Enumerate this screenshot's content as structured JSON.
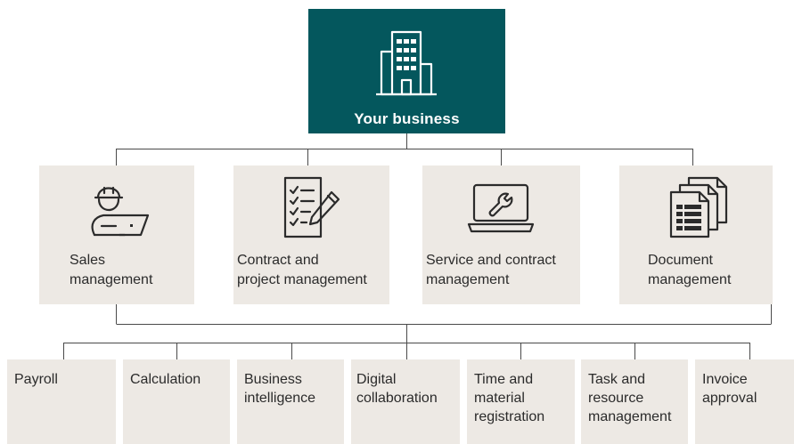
{
  "root": {
    "label": "Your business",
    "icon": "office-building-icon"
  },
  "modules": [
    {
      "label": "Sales\nmanagement",
      "icon": "worker-with-laptop-icon"
    },
    {
      "label": "Contract and\nproject management",
      "icon": "checklist-with-pen-icon"
    },
    {
      "label": "Service and contract\nmanagement",
      "icon": "laptop-with-wrench-icon"
    },
    {
      "label": "Document\nmanagement",
      "icon": "documents-icon"
    }
  ],
  "submodules": [
    {
      "label": "Payroll"
    },
    {
      "label": "Calculation"
    },
    {
      "label": "Business\nintelligence"
    },
    {
      "label": "Digital\ncollaboration"
    },
    {
      "label": "Time and\nmaterial\nregistration"
    },
    {
      "label": "Task and\nresource\nmanagement"
    },
    {
      "label": "Invoice\napproval"
    }
  ],
  "colors": {
    "root_background": "#04575d",
    "root_text": "#ffffff",
    "card_background": "#ede9e4",
    "text": "#2b2b2b",
    "connector": "#4a4a4a"
  }
}
